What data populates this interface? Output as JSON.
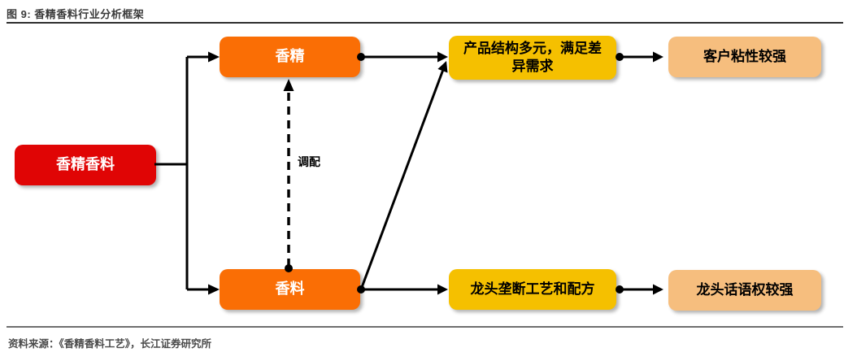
{
  "figure": {
    "title": "图 9: 香精香料行业分析框架",
    "source": "资料来源：《香精香料工艺》，长江证券研究所"
  },
  "colors": {
    "root_red": "#E00505",
    "branch_orange": "#FA6E05",
    "driver_yellow": "#F5C000",
    "outcome_peach": "#F6BE7E",
    "connector_black": "#000000"
  },
  "nodes": {
    "root": {
      "label": "香精香料"
    },
    "flavor": {
      "label": "香精"
    },
    "fragrance": {
      "label": "香料"
    },
    "driver_top": {
      "label": "产品结构多元，满足差异需求"
    },
    "driver_bottom": {
      "label": "龙头垄断工艺和配方"
    },
    "outcome_top": {
      "label": "客户粘性较强"
    },
    "outcome_bottom": {
      "label": "龙头话语权较强"
    }
  },
  "edges": [
    {
      "from": "root",
      "to": "flavor",
      "style": "solid-arrow"
    },
    {
      "from": "root",
      "to": "fragrance",
      "style": "solid-arrow"
    },
    {
      "from": "fragrance",
      "to": "flavor",
      "style": "dashed-arrow",
      "label": "调配"
    },
    {
      "from": "flavor",
      "to": "driver_top",
      "style": "solid-arrow-dot"
    },
    {
      "from": "fragrance",
      "to": "driver_top",
      "style": "solid-arrow-dot"
    },
    {
      "from": "fragrance",
      "to": "driver_bottom",
      "style": "solid-arrow-dot"
    },
    {
      "from": "driver_top",
      "to": "outcome_top",
      "style": "solid-arrow-dot"
    },
    {
      "from": "driver_bottom",
      "to": "outcome_bottom",
      "style": "solid-arrow-dot"
    }
  ]
}
